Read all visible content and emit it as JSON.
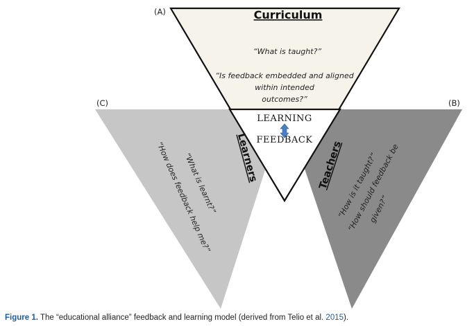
{
  "diagram": {
    "labels": {
      "a": "(A)",
      "b": "(B)",
      "c": "(C)"
    },
    "curriculum": {
      "title": "Curriculum",
      "question_1": "“What is taught?”",
      "question_2_line_1": "“Is feedback embedded and aligned",
      "question_2_line_2": "within intended",
      "question_2_line_3": "outcomes?”"
    },
    "center": {
      "top_word": "LEARNING",
      "bottom_word": "FEEDBACK"
    },
    "learners": {
      "title": "Learners",
      "question_1": "“What is learnt?”",
      "question_2": "“How does feedback help me?”"
    },
    "teachers": {
      "title": "Teachers",
      "question_1": "“How is it taught?”",
      "question_2_line_1": "“How should feedback be",
      "question_2_line_2": "given?”"
    },
    "colors": {
      "curriculum_fill": "#f5f3ea",
      "learners_fill": "#c6c6c6",
      "teachers_fill": "#8a8a8a",
      "center_fill": "#ffffff",
      "arrow": "#4a7fc0",
      "caption_accent": "#1f5a9c"
    }
  },
  "caption": {
    "label": "Figure 1.",
    "text": "The “educational alliance” feedback and learning model (derived from Telio et al.",
    "year": "2015",
    "end": ")."
  }
}
